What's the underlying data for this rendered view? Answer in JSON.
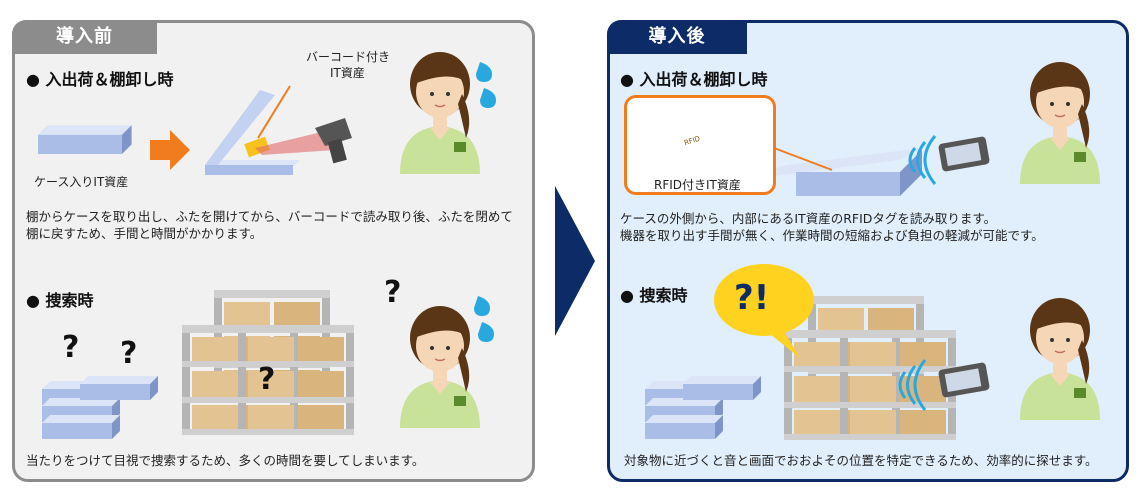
{
  "before": {
    "tab": "導入前",
    "section1": {
      "heading": "入出荷＆棚卸し時",
      "callout": [
        "バーコード付き",
        "IT資産"
      ],
      "case_label": "ケース入りIT資産",
      "desc": [
        "棚からケースを取り出し、ふたを開けてから、バーコードで読み取り後、ふたを閉めて",
        "棚に戻すため、手間と時間がかかります。"
      ]
    },
    "section2": {
      "heading": "捜索時",
      "desc": "当たりをつけて目視で捜索するため、多くの時間を要してしまいます。",
      "marks": [
        "?",
        "?",
        "?",
        "?"
      ]
    }
  },
  "after": {
    "tab": "導入後",
    "section1": {
      "heading": "入出荷＆棚卸し時",
      "rfid_label": "RFID付きIT資産",
      "tag_text": "RFID",
      "desc": [
        "ケースの外側から、内部にあるIT資産のRFIDタグを読み取ります。",
        "機器を取り出す手間が無く、作業時間の短縮および負担の軽減が可能です。"
      ]
    },
    "section2": {
      "heading": "捜索時",
      "bubble": "?!",
      "desc": "対象物に近づくと音と画面でおおよその位置を特定できるため、効率的に探せます。"
    }
  },
  "colors": {
    "before_border": "#8c8c8c",
    "after_border": "#0d2b66",
    "accent_orange": "#f07c1e",
    "shirt": "#c9e29a",
    "bubble": "#ffd21f"
  }
}
